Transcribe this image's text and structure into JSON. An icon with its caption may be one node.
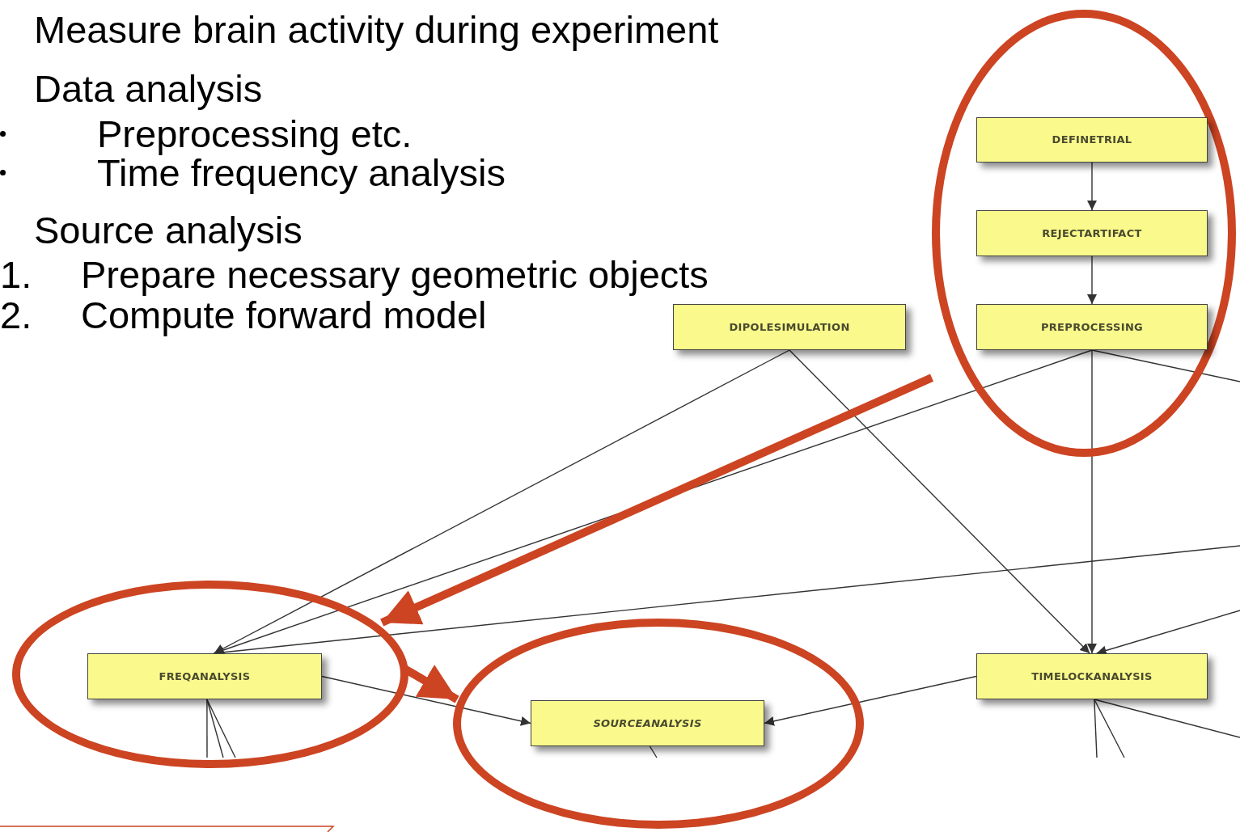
{
  "diagram": {
    "nodes": [
      {
        "text": [],
        "shape": "ellipse"
      },
      {
        "text": [
          "DEFINETRIAL"
        ],
        "in": 0
      },
      {
        "text": [
          "REJECTARTIFACT"
        ],
        "in": 0
      },
      {
        "text": [
          "PREPROCESSING"
        ],
        "in": 0
      },
      {
        "text": [
          "DIPOLESIMULATION"
        ]
      },
      {
        "text": [],
        "shape": "ellipse"
      },
      {
        "text": [
          "FREQANALYSIS"
        ],
        "in": 5
      },
      {
        "text": [],
        "shape": "ellipse"
      },
      {
        "text": [
          "SOURCEANALYSIS"
        ],
        "in": 7
      },
      {
        "text": [
          "TIMELOCKANALYSIS"
        ]
      }
    ],
    "edges": [
      {
        "from": 1,
        "to": 2,
        "arrow": "to"
      },
      {
        "from": 2,
        "to": 3,
        "arrow": "to"
      },
      {
        "from": 4,
        "to": 6,
        "arrow": "to"
      },
      {
        "from": 3,
        "to": 6,
        "arrow": "to"
      },
      {
        "from": null,
        "to": 6,
        "arrow": "to"
      },
      {
        "from": 4,
        "to": 9,
        "arrow": "to"
      },
      {
        "from": 3,
        "to": 9,
        "arrow": "to"
      },
      {
        "from": null,
        "to": 9,
        "arrow": "to"
      },
      {
        "from": 3,
        "to": null,
        "arrow": "none"
      },
      {
        "from": 6,
        "to": 8,
        "arrow": "to"
      },
      {
        "from": 9,
        "to": 8,
        "arrow": "to"
      },
      {
        "from": 6,
        "to": null,
        "arrow": "none"
      },
      {
        "from": 6,
        "to": null,
        "arrow": "none"
      },
      {
        "from": 6,
        "to": null,
        "arrow": "none"
      },
      {
        "from": 9,
        "to": null,
        "arrow": "none"
      },
      {
        "from": 9,
        "to": null,
        "arrow": "none"
      },
      {
        "from": 9,
        "to": null,
        "arrow": "none"
      },
      {
        "from": 8,
        "to": null,
        "arrow": "none"
      },
      {
        "from": 0,
        "to": 5,
        "arrow": "to",
        "style": "thick",
        "color": "#cc4422"
      },
      {
        "from": 5,
        "to": 7,
        "arrow": "to",
        "style": "thick",
        "color": "#cc4422"
      }
    ],
    "labels": [
      "Measure brain activity during experiment",
      "Data analysis",
      "Preprocessing etc.",
      "Time frequency analysis",
      "Source analysis",
      "1.",
      "Prepare necessary geometric objects",
      "2.",
      "Compute forward model"
    ]
  }
}
